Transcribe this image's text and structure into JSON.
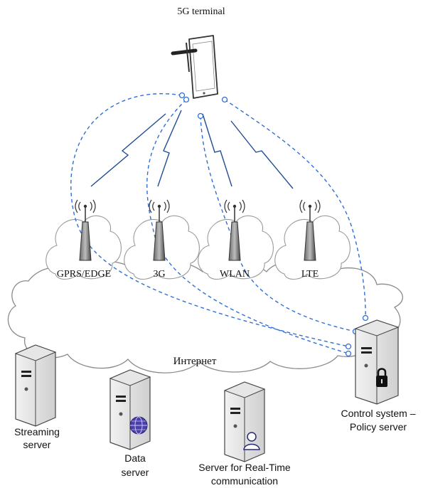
{
  "terminal": {
    "label": "5G terminal",
    "icon": "tablet-with-stylus-icon"
  },
  "networks": [
    {
      "label": "GPRS/EDGE",
      "icon": "cell-tower-icon"
    },
    {
      "label": "3G",
      "icon": "cell-tower-icon"
    },
    {
      "label": "WLAN",
      "icon": "cell-tower-icon"
    },
    {
      "label": "LTE",
      "icon": "cell-tower-icon"
    }
  ],
  "internet": {
    "label": "Интернет"
  },
  "servers": {
    "streaming": {
      "line1": "Streaming",
      "line2": "server",
      "icon": "server-icon"
    },
    "data": {
      "line1": "Data",
      "line2": "server",
      "icon": "server-icon",
      "badge": "globe-icon"
    },
    "realtime": {
      "line1": "Server for Real-Time",
      "line2": "communication",
      "icon": "server-icon",
      "badge": "user-icon"
    },
    "control": {
      "line1": "Control system –",
      "line2": "Policy server",
      "icon": "server-icon",
      "badge": "lock-icon"
    }
  },
  "colors": {
    "link": "#2f6fd6",
    "wireless": "#1f4e96",
    "outline": "#7a7a7a"
  }
}
